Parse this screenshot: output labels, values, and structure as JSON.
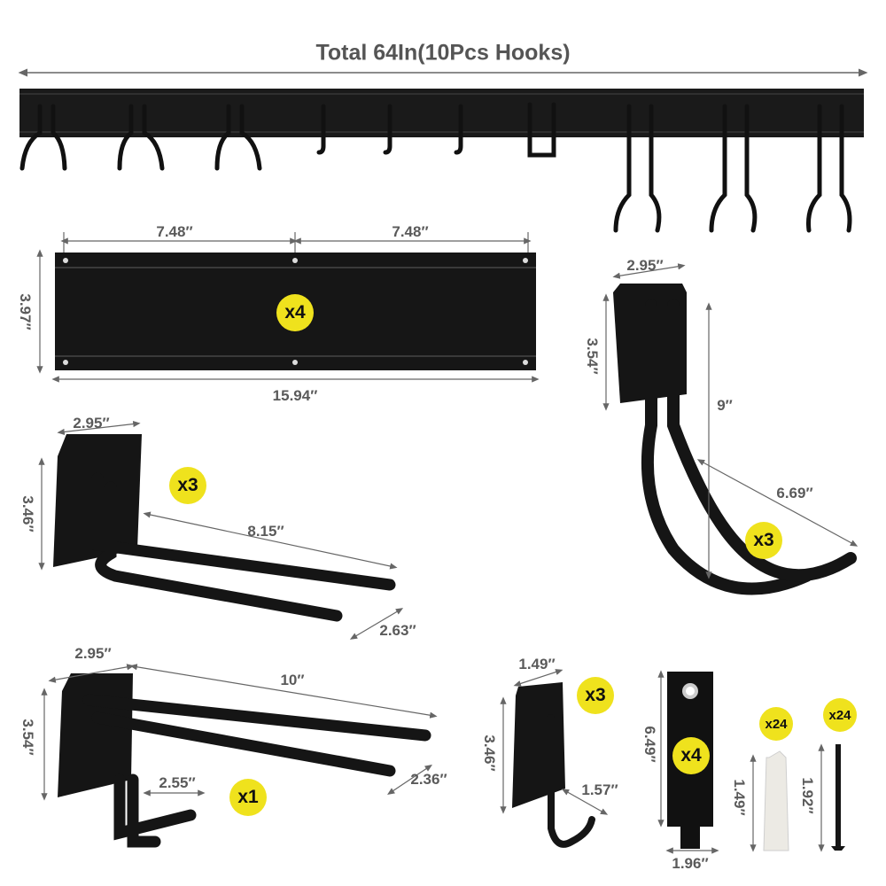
{
  "title": "Total 64In(10Pcs Hooks)",
  "panel": {
    "width_left": "7.48″",
    "width_right": "7.48″",
    "height": "3.97″",
    "total_length": "15.94″",
    "quantity": "x4"
  },
  "large_hook": {
    "plate_width": "2.95″",
    "plate_height": "3.54″",
    "length": "9″",
    "span": "6.69″",
    "quantity": "x3"
  },
  "double_hook": {
    "plate_width": "2.95″",
    "plate_height": "3.46″",
    "arm_length": "8.15″",
    "arm_spacing": "2.63″",
    "quantity": "x3"
  },
  "multi_hook": {
    "plate_width": "2.95″",
    "plate_height": "3.54″",
    "arm_length": "10″",
    "arm_spacing": "2.36″",
    "lower_arm": "2.55″",
    "quantity": "x1"
  },
  "j_hook": {
    "plate_width": "1.49″",
    "plate_height": "3.46″",
    "hook_depth": "1.57″",
    "quantity": "x3"
  },
  "strap": {
    "length": "6.49″",
    "width": "1.96″",
    "quantity": "x4"
  },
  "anchor": {
    "length": "1.49″",
    "quantity": "x24"
  },
  "screw": {
    "length": "1.92″",
    "quantity": "x24"
  },
  "colors": {
    "badge": "#efe21d",
    "product": "#151515",
    "dimension_text": "#5a5a5a"
  }
}
